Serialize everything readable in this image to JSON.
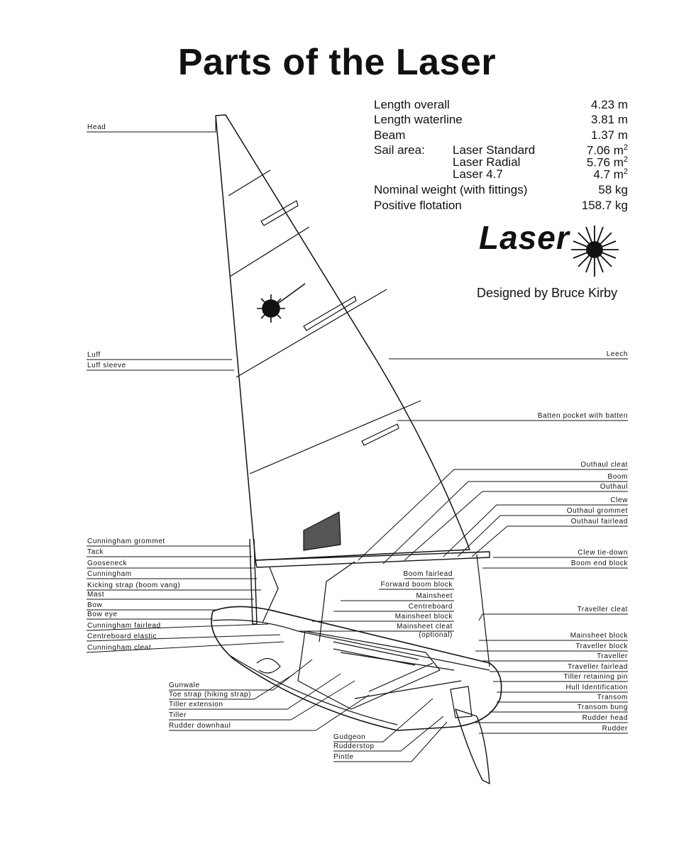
{
  "title": "Parts of the Laser",
  "specs": {
    "length_overall": {
      "label": "Length overall",
      "value": "4.23 m"
    },
    "length_waterline": {
      "label": "Length waterline",
      "value": "3.81 m"
    },
    "beam": {
      "label": "Beam",
      "value": "1.37 m"
    },
    "sail_area": {
      "label": "Sail area:",
      "items": [
        {
          "name": "Laser Standard",
          "value": "7.06 m",
          "unit_exp": "2"
        },
        {
          "name": "Laser Radial",
          "value": "5.76 m",
          "unit_exp": "2"
        },
        {
          "name": "Laser 4.7",
          "value": "4.7 m",
          "unit_exp": "2"
        }
      ]
    },
    "nominal_weight": {
      "label": "Nominal weight (with fittings)",
      "value": "58 kg"
    },
    "positive_flotation": {
      "label": "Positive flotation",
      "value": "158.7 kg"
    }
  },
  "logo": {
    "text": "Laser",
    "icon": "starburst-icon"
  },
  "designer": "Designed by Bruce Kirby",
  "labels": {
    "left": [
      "Head",
      "Luff",
      "Luff sleeve",
      "Cunningham grommet",
      "Tack",
      "Gooseneck",
      "Cunningham",
      "Kicking strap (boom vang)",
      "Mast",
      "Bow",
      "Bow eye",
      "Cunningham fairlead",
      "Centreboard elastic",
      "Cunningham cleat"
    ],
    "bottom_left": [
      "Gunwale",
      "Toe strap (hiking strap)",
      "Tiller extension",
      "Tiller",
      "Rudder downhaul"
    ],
    "bottom_center": [
      "Gudgeon",
      "Rudderstop",
      "Pintle"
    ],
    "center": [
      "Boom fairlead",
      "Forward boom block",
      "Mainsheet",
      "Centreboard",
      "Mainsheet block",
      "Mainsheet cleat",
      "(optional)"
    ],
    "right": [
      "Leech",
      "Batten pocket with batten",
      "Outhaul cleat",
      "Boom",
      "Outhaul",
      "Clew",
      "Outhaul grommet",
      "Outhaul fairlead",
      "Clew tie-down",
      "Boom end block",
      "Traveller cleat",
      "Mainsheet block",
      "Traveller block",
      "Traveller",
      "Traveller fairlead",
      "Tiller retaining pin",
      "Hull Identification",
      "Transom",
      "Transom bung",
      "Rudder head",
      "Rudder"
    ]
  }
}
